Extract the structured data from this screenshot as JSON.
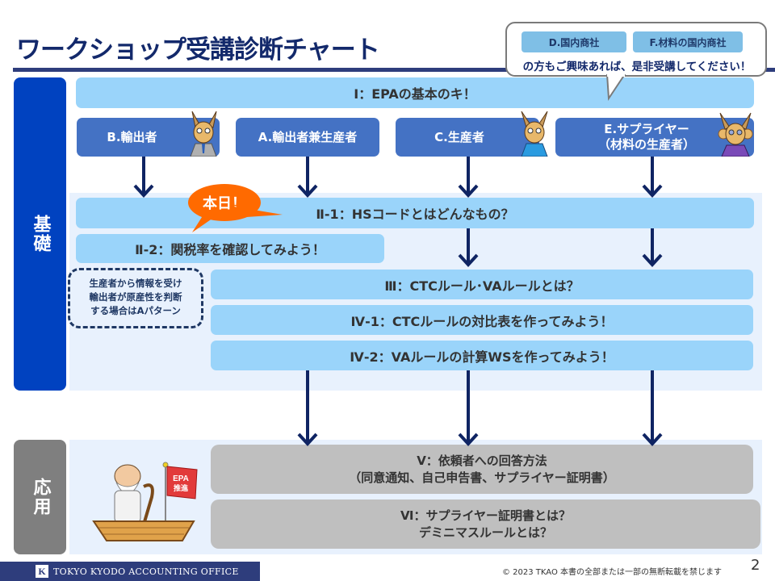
{
  "header": {
    "title": "ワークショップ受講診断チャート"
  },
  "callout": {
    "chips": [
      "D.国内商社",
      "F.材料の国内商社"
    ],
    "text": "の方もご興味あれば、是非受講してください！"
  },
  "sections": {
    "basic_label": "基礎",
    "applied_label": "応用"
  },
  "steps": {
    "step1": "Ⅰ：EPAの基本のキ！",
    "step2_1": "Ⅱ-1：HSコードとはどんなもの？",
    "step2_2": "Ⅱ-2：関税率を確認してみよう！",
    "step3": "Ⅲ：CTCルール･VAルールとは？",
    "step4_1": "Ⅳ-1：CTCルールの対比表を作ってみよう！",
    "step4_2": "Ⅳ-2：VAルールの計算WSを作ってみよう！",
    "step5_line1": "Ⅴ：依頼者への回答方法",
    "step5_line2": "（同意通知、自己申告書、サプライヤー証明書）",
    "step6_line1": "Ⅵ：サプライヤー証明書とは？",
    "step6_line2": "デミニマスルールとは？"
  },
  "roles": [
    {
      "label": "B.輸出者"
    },
    {
      "label": "A.輸出者兼生産者"
    },
    {
      "label": "C.生産者"
    },
    {
      "label": "E.サプライヤー",
      "sub": "（材料の生産者）"
    }
  ],
  "badge": {
    "today": "本日！"
  },
  "note": {
    "lines": [
      "生産者から情報を受け",
      "輸出者が原産性を判断",
      "する場合はAパターン"
    ]
  },
  "illustration": {
    "flag_line1": "EPA",
    "flag_line2": "推進"
  },
  "footer": {
    "company": "TOKYO KYODO ACCOUNTING OFFICE",
    "logo_letter": "K",
    "copyright": "© 2023 TKAO 本書の全部または一部の無断転載を禁じます",
    "page_number": "2"
  },
  "colors": {
    "basic": "#0042c0",
    "applied": "#7f7f7f",
    "light_box": "#9ad4fa",
    "role_box": "#4472c4",
    "gray_box": "#bfbfbf",
    "accent_orange": "#ff6a00",
    "arrow": "#0f2463"
  }
}
